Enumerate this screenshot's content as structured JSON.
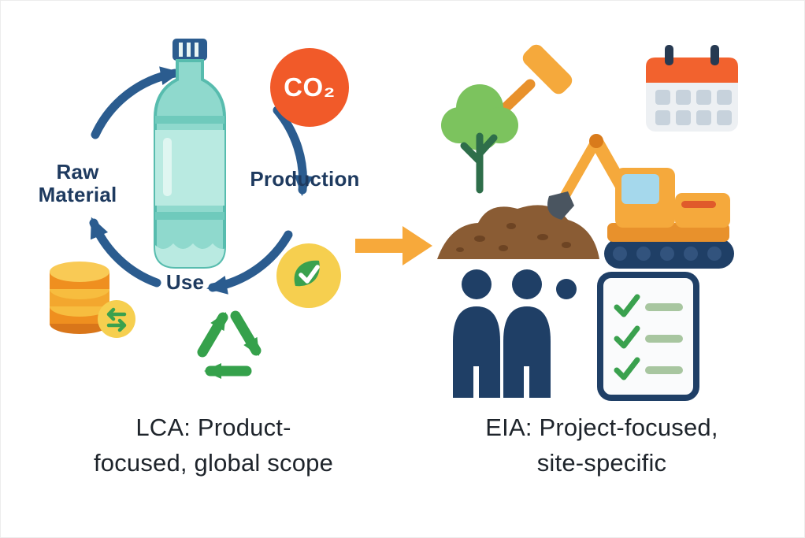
{
  "palette": {
    "navy": "#1f3f66",
    "arrow_blue": "#2b5c8f",
    "bottle_teal": "#8fd9cd",
    "co2_orange_red": "#f15a29",
    "machine_orange": "#f5a93c",
    "golden_yellow": "#f6cf4f",
    "eco_green": "#3aa14e",
    "tree_green": "#7cc35e",
    "soil_brown": "#8a5c34",
    "window_blue": "#a5d8ec",
    "text_dark": "#1e242b"
  },
  "lca": {
    "stage_labels": {
      "raw_material": {
        "line1": "Raw",
        "line2": "Material"
      },
      "production": "Production",
      "use": "Use"
    },
    "co2_badge": "CO₂",
    "caption": {
      "line1": "LCA: Product-",
      "line2": "focused, global scope"
    },
    "icons": [
      "plastic-bottle",
      "co2-badge",
      "lifecycle-arrows",
      "coins-stack",
      "eco-check",
      "recycle-symbol"
    ]
  },
  "transition": {
    "icon": "right-arrow"
  },
  "eia": {
    "caption": {
      "line1": "EIA: Project-focused,",
      "line2": "site-specific"
    },
    "icons": [
      "gavel",
      "calendar",
      "tree",
      "soil-mound",
      "excavator",
      "people-group",
      "checklist-clipboard"
    ]
  }
}
